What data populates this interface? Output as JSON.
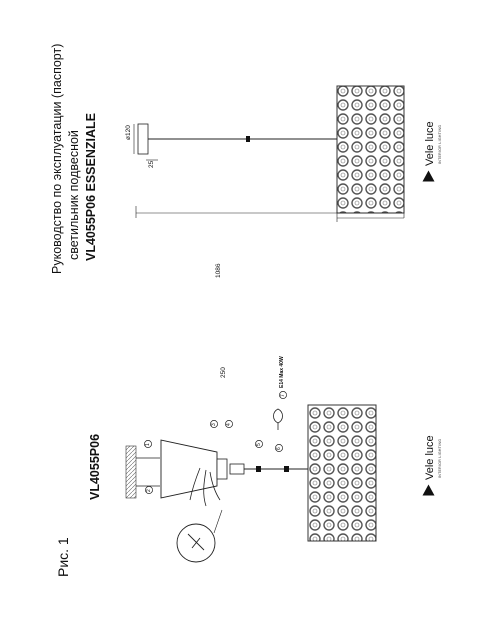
{
  "header": {
    "title_line1": "Руководство по эксплуатации (паспорт)",
    "title_line2": "светильник подвесной",
    "title_line3": "VL4055P06 ESSENZIALE"
  },
  "figure": {
    "label": "Рис. 1",
    "model": "VL4055P06"
  },
  "brand": {
    "name": "Vele luce",
    "tagline": "INTERIOR LIGHTING"
  },
  "dimensions": {
    "canopy_diameter": "ø120",
    "canopy_height": "25",
    "overall_length": "1086",
    "shade_height": "250"
  },
  "assembly": {
    "part_numbers": [
      "1",
      "2",
      "3",
      "4",
      "5",
      "6",
      "7"
    ],
    "bulb_spec": "E14 Max 40W"
  },
  "colors": {
    "ink": "#111111",
    "pattern": "#555555"
  }
}
